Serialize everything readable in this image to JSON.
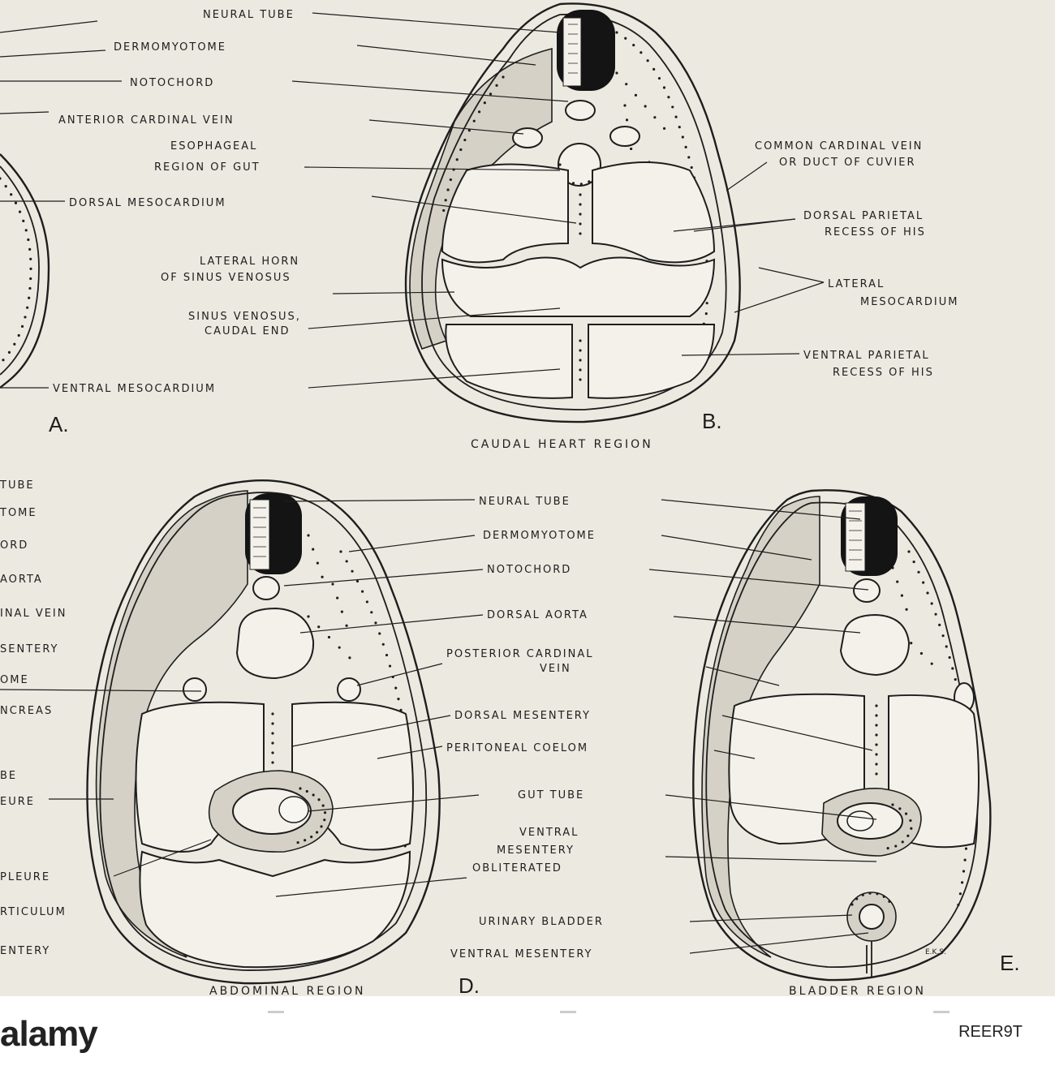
{
  "figure": {
    "panel_letters": {
      "a": "A.",
      "b": "B.",
      "d": "D.",
      "e": "E."
    },
    "section_titles": {
      "caudal_heart": "CAUDAL HEART REGION",
      "abdominal": "ABDOMINAL REGION",
      "bladder": "BLADDER REGION"
    },
    "panel_a": {
      "neural_tube": "NEURAL TUBE",
      "dermomyotome": "DERMOMYOTOME",
      "notochord": "NOTOCHORD",
      "anterior_cardinal_vein": "ANTERIOR CARDINAL VEIN",
      "esophageal_1": "ESOPHAGEAL",
      "esophageal_2": "REGION OF GUT",
      "dorsal_mesocardium": "DORSAL MESOCARDIUM",
      "lateral_horn_1": "LATERAL HORN",
      "lateral_horn_2": "OF SINUS VENOSUS",
      "sinus_venosus_1": "SINUS VENOSUS,",
      "sinus_venosus_2": "CAUDAL END",
      "ventral_mesocardium": "VENTRAL MESOCARDIUM"
    },
    "panel_b": {
      "common_cardinal_1": "COMMON CARDINAL VEIN",
      "common_cardinal_2": "OR DUCT OF CUVIER",
      "dorsal_parietal_1": "DORSAL PARIETAL",
      "dorsal_parietal_2": "RECESS OF HIS",
      "lateral_meso_1": "LATERAL",
      "lateral_meso_2": "MESOCARDIUM",
      "ventral_parietal_1": "VENTRAL PARIETAL",
      "ventral_parietal_2": "RECESS OF HIS"
    },
    "panel_c_fragments": [
      "TUBE",
      "TOME",
      "ORD",
      "AORTA",
      "INAL VEIN",
      "SENTERY",
      "OME",
      "NCREAS",
      "BE",
      "EURE",
      "PLEURE",
      "RTICULUM",
      "ENTERY"
    ],
    "panel_d": {
      "neural_tube": "NEURAL TUBE",
      "dermomyotome": "DERMOMYOTOME",
      "notochord": "NOTOCHORD",
      "dorsal_aorta": "DORSAL AORTA",
      "posterior_cardinal_1": "POSTERIOR CARDINAL",
      "posterior_cardinal_2": "VEIN",
      "dorsal_mesentery": "DORSAL MESENTERY",
      "peritoneal_coelom": "PERITONEAL COELOM",
      "gut_tube": "GUT TUBE",
      "ventral_mesentery_1": "VENTRAL",
      "ventral_mesentery_2": "MESENTERY",
      "ventral_mesentery_3": "OBLITERATED",
      "urinary_bladder": "URINARY BLADDER",
      "ventral_mesentery": "VENTRAL MESENTERY"
    },
    "artist_initials": "E.K.S."
  },
  "footer": {
    "logo_text": "alamy",
    "image_id": "REER9T",
    "brand_color": "#222222"
  }
}
